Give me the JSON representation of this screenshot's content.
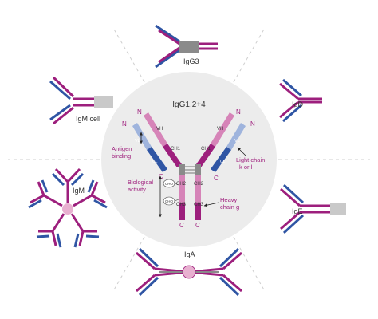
{
  "colors": {
    "heavy_dark": "#9d1f7d",
    "heavy_light": "#d684b8",
    "light_blue_dark": "#2f55a4",
    "light_blue_pale": "#9fb4dd",
    "hinge_grey": "#8a8a8a",
    "tail_grey": "#c9c9c9",
    "circle_bg": "#ececec",
    "text_magenta": "#a0237f",
    "j_chain_pink": "#e8b0d0"
  },
  "isotypes": {
    "igg3": "IgG3",
    "igd": "IgD",
    "igm_cell": "IgM cell",
    "igm": "IgM",
    "ige": "IgE",
    "iga": "IgA"
  },
  "center": {
    "title": "IgG1,2+4",
    "n_left": "N",
    "n_right": "N",
    "n_left_light": "N",
    "n_right_light": "N",
    "c_left": "C",
    "c_right": "C",
    "c_left_light": "C",
    "c_right_light": "C",
    "vh_left": "VH",
    "vh_right": "VH",
    "vl_left": "VL",
    "vl_right": "VL",
    "ch1_left": "CH1",
    "ch1_right": "CH1",
    "ch2_left": "CH2",
    "ch2_right": "CH2",
    "ch3_left": "CH3",
    "ch3_right": "CH3",
    "cl_left": "CL",
    "cl_right": "CL",
    "cho_upper": "CHO",
    "cho_lower": "CHO"
  },
  "annotations": {
    "antigen_binding": [
      "Antigen",
      "binding"
    ],
    "biological_activity": [
      "Biological",
      "activity"
    ],
    "light_chain": [
      "Light chain",
      "k or l"
    ],
    "heavy_chain": [
      "Heavy",
      "chain g"
    ]
  }
}
